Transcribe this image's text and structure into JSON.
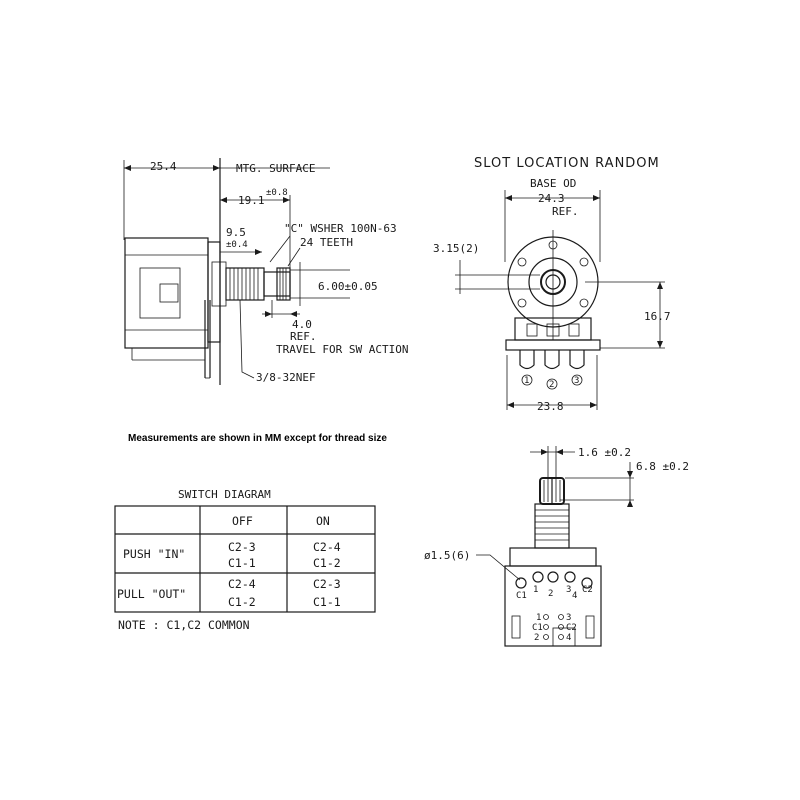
{
  "side_view": {
    "dim_overall": "25.4",
    "mtg_surface": "MTG. SURFACE",
    "dim_shaft": "19.1",
    "dim_shaft_tol": "±0.8",
    "dim_bushing": "9.5",
    "dim_bushing_tol": "±0.4",
    "washer": "\"C\" WSHER 100N-63",
    "teeth": "24 TEETH",
    "dim_shaft_dia": "6.00±0.05",
    "dim_travel": "4.0",
    "ref": "REF.",
    "travel_note": "TRAVEL FOR SW ACTION",
    "thread": "3/8-32NEF"
  },
  "front_view": {
    "title": "SLOT LOCATION RANDOM",
    "base_od": "BASE OD",
    "dim_base": "24.3",
    "ref": "REF.",
    "dim_slot": "3.15(2)",
    "dim_height": "16.7",
    "dim_width": "23.8",
    "pins": [
      "1",
      "2",
      "3"
    ]
  },
  "note": "Measurements are shown in MM except for thread size",
  "switch_diagram": {
    "title": "SWITCH DIAGRAM",
    "col_off": "OFF",
    "col_on": "ON",
    "row_push": "PUSH \"IN\"",
    "row_pull": "PULL \"OUT\"",
    "push_off_1": "C2-3",
    "push_off_2": "C1-1",
    "push_on_1": "C2-4",
    "push_on_2": "C1-2",
    "pull_off_1": "C2-4",
    "pull_off_2": "C1-2",
    "pull_on_1": "C2-3",
    "pull_on_2": "C1-1",
    "footnote": "NOTE : C1,C2 COMMON"
  },
  "bottom_view": {
    "dim_flat": "1.6 ±0.2",
    "dim_knurl": "6.8 ±0.2",
    "dim_hole": "ø1.5(6)",
    "pin_c1": "C1",
    "pin_c2": "C2",
    "pin_1": "1",
    "pin_2": "2",
    "pin_3": "3",
    "pin_4": "4",
    "inner_1": "1",
    "inner_c1": "C1",
    "inner_2": "2",
    "inner_3": "3",
    "inner_c2": "C2",
    "inner_4": "4"
  }
}
